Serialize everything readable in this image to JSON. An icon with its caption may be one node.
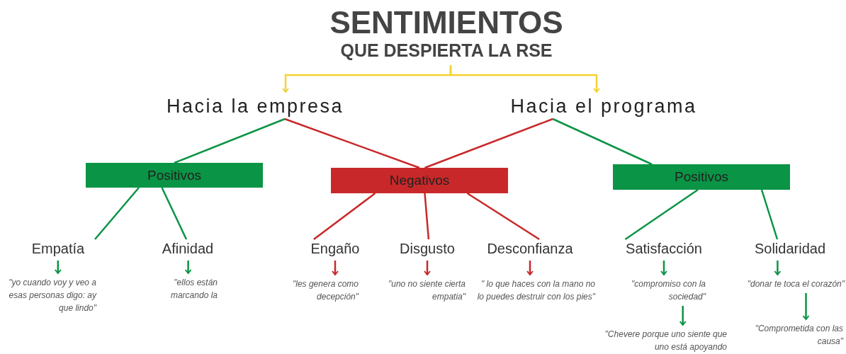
{
  "diagram": {
    "nodes": [
      {
        "text": [
          "SENTIMIENTOS",
          "QUE DESPIERTA LA RSE"
        ]
      },
      {
        "text": [
          "Hacia la empresa"
        ]
      },
      {
        "text": [
          "Hacia el programa"
        ]
      },
      {
        "text": [
          "Positivos"
        ]
      },
      {
        "text": [
          "Negativos"
        ]
      },
      {
        "text": [
          "Positivos"
        ]
      },
      {
        "text": [
          "Empatía"
        ]
      },
      {
        "text": [
          "Afinidad"
        ]
      },
      {
        "text": [
          "Engaño"
        ]
      },
      {
        "text": [
          "Disgusto"
        ]
      },
      {
        "text": [
          "Desconfianza"
        ]
      },
      {
        "text": [
          "Satisfacción"
        ]
      },
      {
        "text": [
          "Solidaridad"
        ]
      },
      {
        "text": [
          "\"yo cuando voy y veo a esas personas digo: ay que lindo\""
        ]
      },
      {
        "text": [
          "\"ellos están marcando la"
        ]
      },
      {
        "text": [
          "\"les genera como decepción\""
        ]
      },
      {
        "text": [
          "\"uno no siente cierta empatia\""
        ]
      },
      {
        "text": [
          "\" lo que haces con la mano no lo puedes destruir con los pies\""
        ]
      },
      {
        "text": [
          "\"compromiso con la sociedad\""
        ]
      },
      {
        "text": [
          "\"Chevere porque uno siente que uno está apoyando"
        ]
      },
      {
        "text": [
          "\"donar te toca el corazón\""
        ]
      },
      {
        "text": [
          "\"Comprometida con las causa\""
        ]
      }
    ],
    "edges": [
      {
        "from": 0,
        "to": 1,
        "arrow": "to",
        "color": "#f2d230"
      },
      {
        "from": 0,
        "to": 2,
        "arrow": "to",
        "color": "#f2d230"
      },
      {
        "from": 1,
        "to": 3,
        "arrow": "none"
      },
      {
        "from": 1,
        "to": 4,
        "arrow": "none",
        "color": "#c8282a"
      },
      {
        "from": 2,
        "to": 4,
        "arrow": "none",
        "color": "#c8282a"
      },
      {
        "from": 2,
        "to": 5,
        "arrow": "none"
      },
      {
        "from": 3,
        "to": 6,
        "arrow": "none"
      },
      {
        "from": 3,
        "to": 7,
        "arrow": "none"
      },
      {
        "from": 4,
        "to": 8,
        "arrow": "none",
        "color": "#c8282a"
      },
      {
        "from": 4,
        "to": 9,
        "arrow": "none",
        "color": "#c8282a"
      },
      {
        "from": 4,
        "to": 10,
        "arrow": "none",
        "color": "#c8282a"
      },
      {
        "from": 5,
        "to": 11,
        "arrow": "none"
      },
      {
        "from": 5,
        "to": 12,
        "arrow": "none"
      },
      {
        "from": 6,
        "to": 13,
        "arrow": "to"
      },
      {
        "from": 7,
        "to": 14,
        "arrow": "to"
      },
      {
        "from": 8,
        "to": 15,
        "arrow": "to",
        "color": "#c8282a"
      },
      {
        "from": 9,
        "to": 16,
        "arrow": "to",
        "color": "#c8282a"
      },
      {
        "from": 10,
        "to": 17,
        "arrow": "to",
        "color": "#c8282a"
      },
      {
        "from": 11,
        "to": 18,
        "arrow": "to"
      },
      {
        "from": 18,
        "to": 19,
        "arrow": "to"
      },
      {
        "from": 12,
        "to": 20,
        "arrow": "to"
      },
      {
        "from": 20,
        "to": 21,
        "arrow": "to"
      }
    ]
  }
}
